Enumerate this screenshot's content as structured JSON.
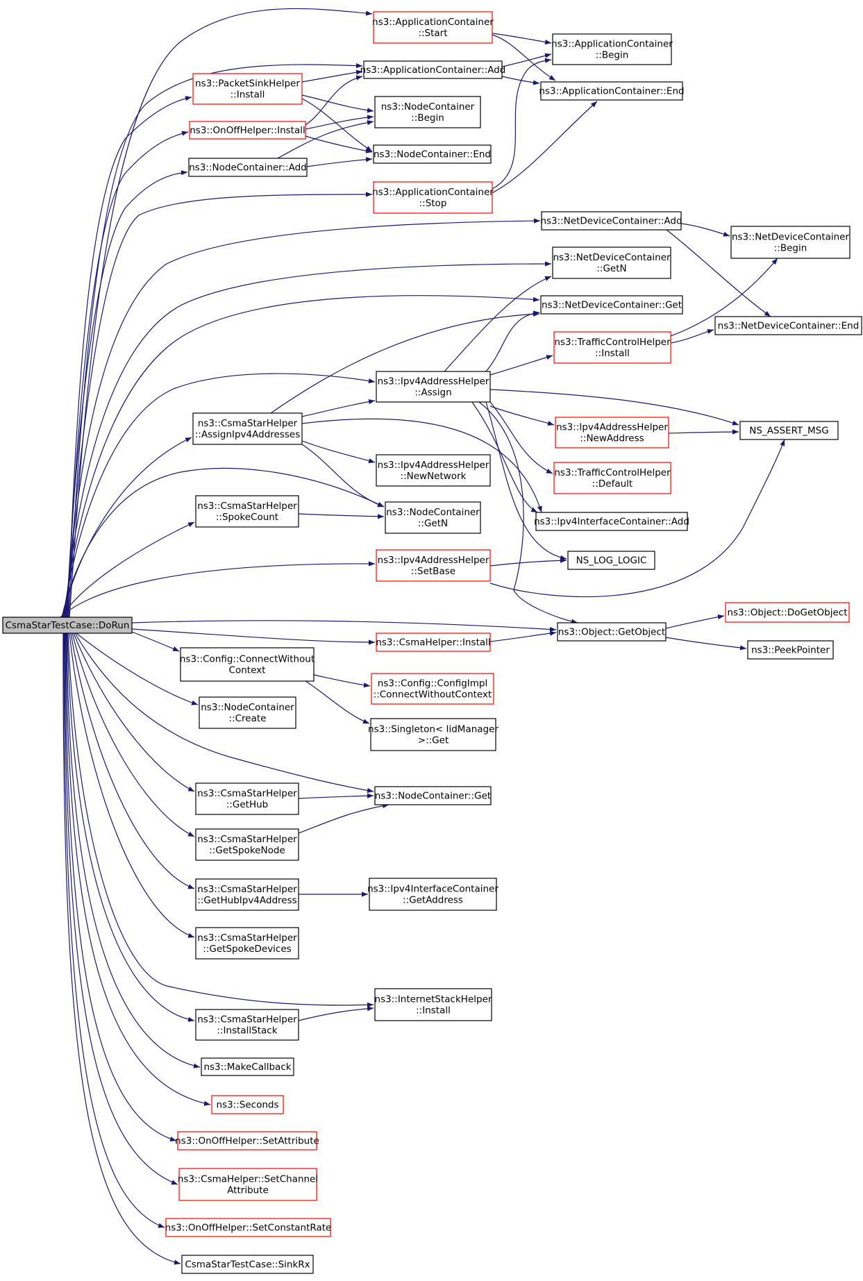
{
  "nodes": [
    {
      "id": "root",
      "lines": [
        "CsmaStarTestCase::DoRun"
      ],
      "style": "root"
    },
    {
      "id": "appStart",
      "lines": [
        "ns3::ApplicationContainer",
        "::Start"
      ],
      "style": "red"
    },
    {
      "id": "appBegin",
      "lines": [
        "ns3::ApplicationContainer",
        "::Begin"
      ],
      "style": "black"
    },
    {
      "id": "appAdd",
      "lines": [
        "ns3::ApplicationContainer::Add"
      ],
      "style": "black"
    },
    {
      "id": "appEnd",
      "lines": [
        "ns3::ApplicationContainer::End"
      ],
      "style": "black"
    },
    {
      "id": "pktSink",
      "lines": [
        "ns3::PacketSinkHelper",
        "::Install"
      ],
      "style": "red"
    },
    {
      "id": "ncBegin",
      "lines": [
        "ns3::NodeContainer",
        "::Begin"
      ],
      "style": "black"
    },
    {
      "id": "onoffInstall",
      "lines": [
        "ns3::OnOffHelper::Install"
      ],
      "style": "red"
    },
    {
      "id": "ncEnd",
      "lines": [
        "ns3::NodeContainer::End"
      ],
      "style": "black"
    },
    {
      "id": "ncAdd",
      "lines": [
        "ns3::NodeContainer::Add"
      ],
      "style": "black"
    },
    {
      "id": "appStop",
      "lines": [
        "ns3::ApplicationContainer",
        "::Stop"
      ],
      "style": "red"
    },
    {
      "id": "ndcAdd",
      "lines": [
        "ns3::NetDeviceContainer::Add"
      ],
      "style": "black"
    },
    {
      "id": "ndcBegin",
      "lines": [
        "ns3::NetDeviceContainer",
        "::Begin"
      ],
      "style": "black"
    },
    {
      "id": "ndcGetN",
      "lines": [
        "ns3::NetDeviceContainer",
        "::GetN"
      ],
      "style": "black"
    },
    {
      "id": "ndcGet",
      "lines": [
        "ns3::NetDeviceContainer::Get"
      ],
      "style": "black"
    },
    {
      "id": "ndcEnd",
      "lines": [
        "ns3::NetDeviceContainer::End"
      ],
      "style": "black"
    },
    {
      "id": "tchInstall",
      "lines": [
        "ns3::TrafficControlHelper",
        "::Install"
      ],
      "style": "red"
    },
    {
      "id": "ipv4Assign",
      "lines": [
        "ns3::Ipv4AddressHelper",
        "::Assign"
      ],
      "style": "black"
    },
    {
      "id": "csAssign",
      "lines": [
        "ns3::CsmaStarHelper",
        "::AssignIpv4Addresses"
      ],
      "style": "black"
    },
    {
      "id": "ipv4NewAddr",
      "lines": [
        "ns3::Ipv4AddressHelper",
        "::NewAddress"
      ],
      "style": "red"
    },
    {
      "id": "nsAssert",
      "lines": [
        "NS_ASSERT_MSG"
      ],
      "style": "black"
    },
    {
      "id": "ipv4NewNet",
      "lines": [
        "ns3::Ipv4AddressHelper",
        "::NewNetwork"
      ],
      "style": "black"
    },
    {
      "id": "tchDefault",
      "lines": [
        "ns3::TrafficControlHelper",
        "::Default"
      ],
      "style": "red"
    },
    {
      "id": "csSpoke",
      "lines": [
        "ns3::CsmaStarHelper",
        "::SpokeCount"
      ],
      "style": "black"
    },
    {
      "id": "ncGetN",
      "lines": [
        "ns3::NodeContainer",
        "::GetN"
      ],
      "style": "black"
    },
    {
      "id": "iicAdd",
      "lines": [
        "ns3::Ipv4InterfaceContainer::Add"
      ],
      "style": "black"
    },
    {
      "id": "ipv4SetBase",
      "lines": [
        "ns3::Ipv4AddressHelper",
        "::SetBase"
      ],
      "style": "red"
    },
    {
      "id": "nsLog",
      "lines": [
        "NS_LOG_LOGIC"
      ],
      "style": "black"
    },
    {
      "id": "doGetObj",
      "lines": [
        "ns3::Object::DoGetObject"
      ],
      "style": "red"
    },
    {
      "id": "getObj",
      "lines": [
        "ns3::Object::GetObject"
      ],
      "style": "black"
    },
    {
      "id": "csmaInstall",
      "lines": [
        "ns3::CsmaHelper::Install"
      ],
      "style": "red"
    },
    {
      "id": "peek",
      "lines": [
        "ns3::PeekPointer"
      ],
      "style": "black"
    },
    {
      "id": "cfgConn",
      "lines": [
        "ns3::Config::ConnectWithout",
        "Context"
      ],
      "style": "black"
    },
    {
      "id": "cfgImpl",
      "lines": [
        "ns3::Config::ConfigImpl",
        "::ConnectWithoutContext"
      ],
      "style": "red"
    },
    {
      "id": "ncCreate",
      "lines": [
        "ns3::NodeContainer",
        "::Create"
      ],
      "style": "black"
    },
    {
      "id": "singleton",
      "lines": [
        "ns3::Singleton< IidManager",
        ">::Get"
      ],
      "style": "black"
    },
    {
      "id": "csHub",
      "lines": [
        "ns3::CsmaStarHelper",
        "::GetHub"
      ],
      "style": "black"
    },
    {
      "id": "ncGet",
      "lines": [
        "ns3::NodeContainer::Get"
      ],
      "style": "black"
    },
    {
      "id": "csSpokeNode",
      "lines": [
        "ns3::CsmaStarHelper",
        "::GetSpokeNode"
      ],
      "style": "black"
    },
    {
      "id": "csHubIp",
      "lines": [
        "ns3::CsmaStarHelper",
        "::GetHubIpv4Address"
      ],
      "style": "black"
    },
    {
      "id": "iicGetAddr",
      "lines": [
        "ns3::Ipv4InterfaceContainer",
        "::GetAddress"
      ],
      "style": "black"
    },
    {
      "id": "csSpokeDev",
      "lines": [
        "ns3::CsmaStarHelper",
        "::GetSpokeDevices"
      ],
      "style": "black"
    },
    {
      "id": "ishInstall",
      "lines": [
        "ns3::InternetStackHelper",
        "::Install"
      ],
      "style": "black"
    },
    {
      "id": "csInstStack",
      "lines": [
        "ns3::CsmaStarHelper",
        "::InstallStack"
      ],
      "style": "black"
    },
    {
      "id": "makeCb",
      "lines": [
        "ns3::MakeCallback"
      ],
      "style": "black"
    },
    {
      "id": "seconds",
      "lines": [
        "ns3::Seconds"
      ],
      "style": "red"
    },
    {
      "id": "onoffSetAttr",
      "lines": [
        "ns3::OnOffHelper::SetAttribute"
      ],
      "style": "red"
    },
    {
      "id": "csmaSetChan",
      "lines": [
        "ns3::CsmaHelper::SetChannel",
        "Attribute"
      ],
      "style": "red"
    },
    {
      "id": "onoffConst",
      "lines": [
        "ns3::OnOffHelper::SetConstantRate"
      ],
      "style": "red"
    },
    {
      "id": "sinkRx",
      "lines": [
        "CsmaStarTestCase::SinkRx"
      ],
      "style": "black"
    }
  ],
  "colors": {
    "edge": "#191970",
    "red_border": "#ff0000",
    "black_border": "#000000",
    "root_fill": "#bfbfbf",
    "fill": "#ffffff"
  }
}
